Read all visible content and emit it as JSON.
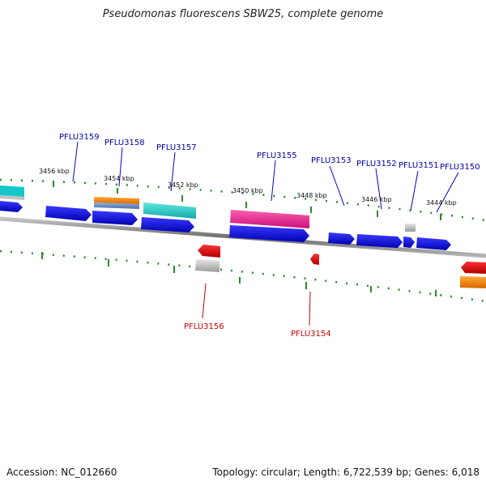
{
  "title": "Pseudomonas fluorescens SBW25, complete genome",
  "footer": {
    "accession": "Accession: NC_012660",
    "summary": "Topology: circular; Length: 6,722,539 bp; Genes: 6,018"
  },
  "colors": {
    "forward_gene_label": "#0000aa",
    "reverse_gene_label": "#cc0000",
    "tick": "#2a8a2a",
    "backbone": "#888888"
  },
  "kbp_labels": [
    "3456 kbp",
    "3454 kbp",
    "3452 kbp",
    "3450 kbp",
    "3448 kbp",
    "3446 kbp",
    "3444 kbp"
  ],
  "forward_genes": [
    "PFLU3159",
    "PFLU3158",
    "PFLU3157",
    "PFLU3155",
    "PFLU3153",
    "PFLU3152",
    "PFLU3151",
    "PFLU3150"
  ],
  "reverse_genes": [
    "PFLU3156",
    "PFLU3154"
  ]
}
